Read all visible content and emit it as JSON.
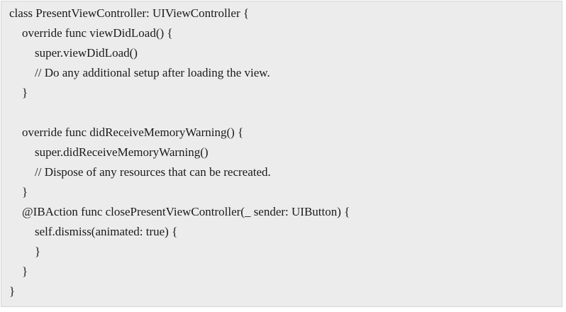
{
  "code": {
    "lines": [
      {
        "text": "class PresentViewController: UIViewController {",
        "indent": 0
      },
      {
        "text": "override func viewDidLoad() {",
        "indent": 1
      },
      {
        "text": "super.viewDidLoad()",
        "indent": 2
      },
      {
        "text": "// Do any additional setup after loading the view.",
        "indent": 2
      },
      {
        "text": "}",
        "indent": 1
      },
      {
        "text": "",
        "indent": 0
      },
      {
        "text": "override func didReceiveMemoryWarning() {",
        "indent": 1
      },
      {
        "text": "super.didReceiveMemoryWarning()",
        "indent": 2
      },
      {
        "text": "// Dispose of any resources that can be recreated.",
        "indent": 2
      },
      {
        "text": "}",
        "indent": 1
      },
      {
        "text": "@IBAction func closePresentViewController(_ sender: UIButton) {",
        "indent": 1
      },
      {
        "text": "self.dismiss(animated: true) {",
        "indent": 2
      },
      {
        "text": "}",
        "indent": 2
      },
      {
        "text": "}",
        "indent": 1
      },
      {
        "text": "}",
        "indent": 0
      }
    ]
  }
}
